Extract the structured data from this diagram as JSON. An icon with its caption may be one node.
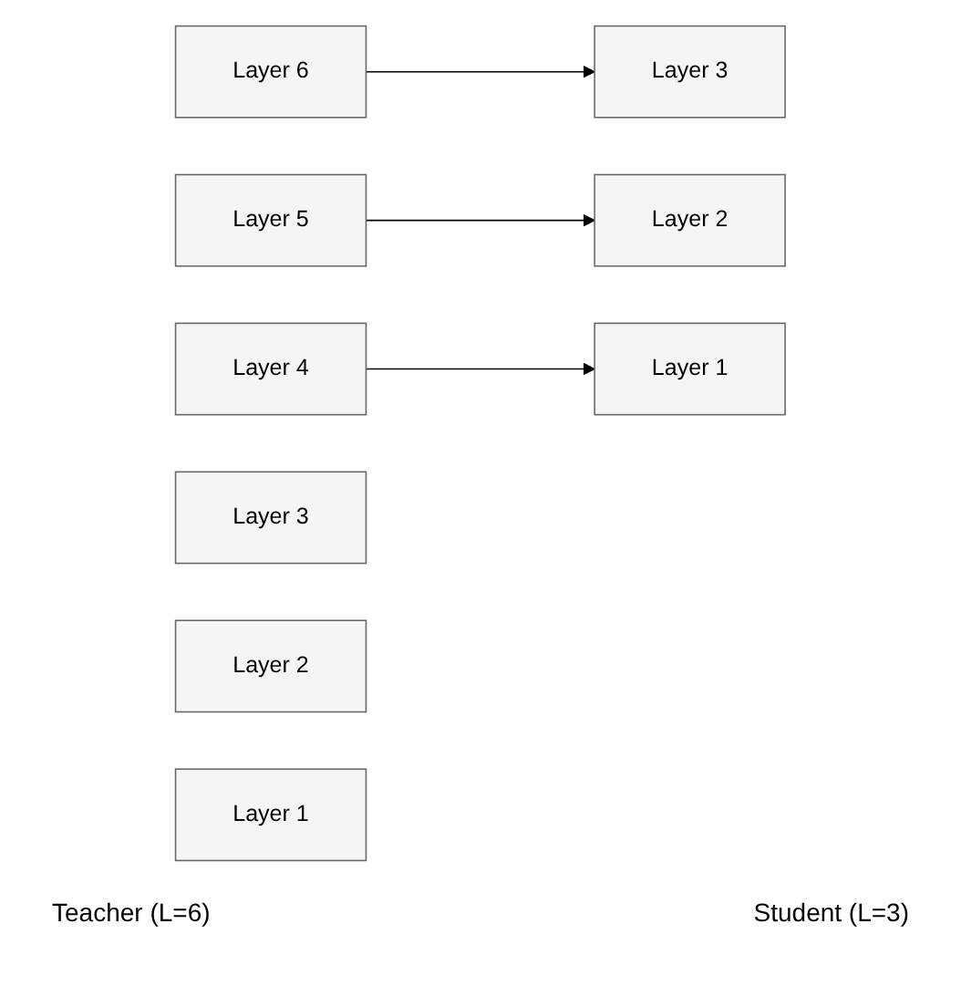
{
  "diagram": {
    "nodes": [
      {
        "text": [
          "Layer 6"
        ]
      },
      {
        "text": [
          "Layer 5"
        ]
      },
      {
        "text": [
          "Layer 4"
        ]
      },
      {
        "text": [
          "Layer 3"
        ]
      },
      {
        "text": [
          "Layer 2"
        ]
      },
      {
        "text": [
          "Layer 1"
        ]
      },
      {
        "text": [
          "Layer 3"
        ]
      },
      {
        "text": [
          "Layer 2"
        ]
      },
      {
        "text": [
          "Layer 1"
        ]
      }
    ],
    "edges": [
      {
        "from": 0,
        "to": 6,
        "arrow": "to"
      },
      {
        "from": 1,
        "to": 7,
        "arrow": "to"
      },
      {
        "from": 2,
        "to": 8,
        "arrow": "to"
      }
    ],
    "labels": [
      "Teacher (L=6)",
      "Student (L=3)"
    ]
  }
}
